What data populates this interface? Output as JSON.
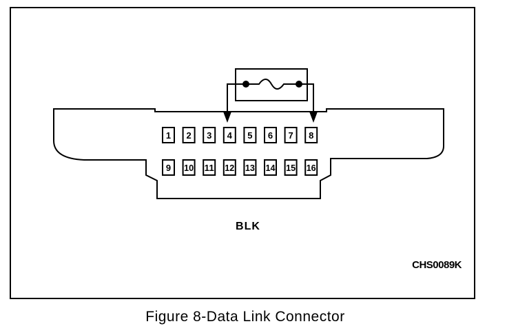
{
  "connector": {
    "color_label": "BLK",
    "top_row_pins": [
      "1",
      "2",
      "3",
      "4",
      "5",
      "6",
      "7",
      "8"
    ],
    "bottom_row_pins": [
      "9",
      "10",
      "11",
      "12",
      "13",
      "14",
      "15",
      "16"
    ]
  },
  "jumper": {
    "connected_pins": [
      "4",
      "8"
    ]
  },
  "drawing_code": "CHS0089K",
  "caption": "Figure 8-Data Link Connector"
}
